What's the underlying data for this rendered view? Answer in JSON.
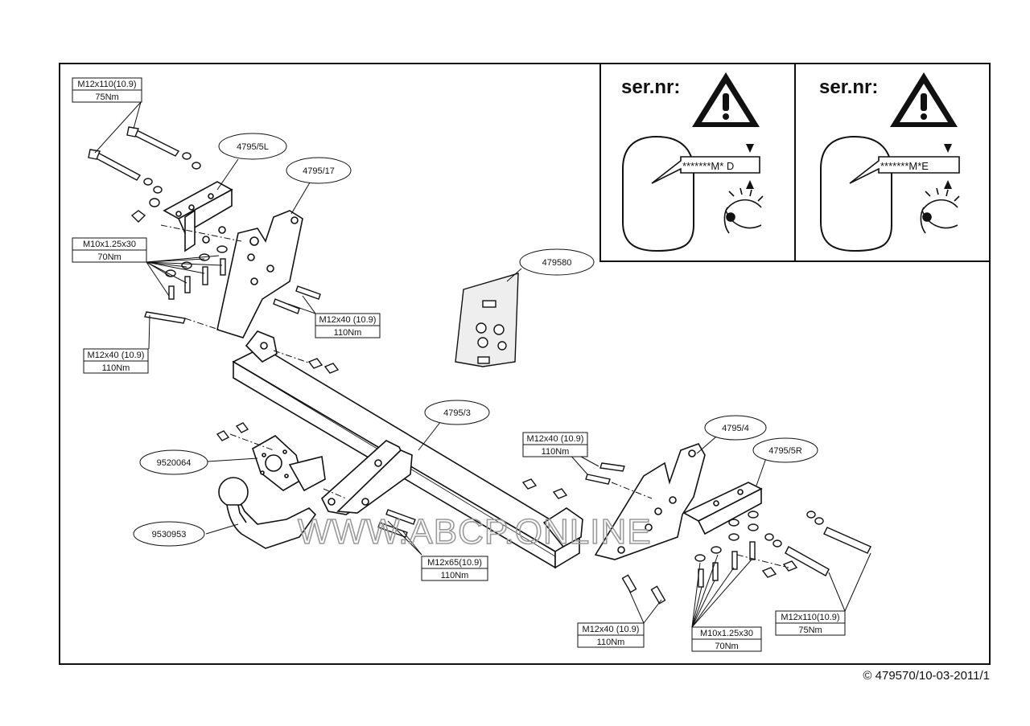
{
  "parts": {
    "bracket_left": "4795/5L",
    "side_plate_left": "4795/17",
    "crossbar": "4795/3",
    "side_plate_right": "4795/4",
    "bracket_right": "4795/5R",
    "socket_plate": "9520064",
    "tow_ball": "9530953",
    "bolt_kit": "479580"
  },
  "bolts": {
    "top_left_m12x110": {
      "size": "M12x110(10.9)",
      "torque": "75Nm"
    },
    "left_m10": {
      "size": "M10x1.25x30",
      "torque": "70Nm"
    },
    "left_m12x40_a": {
      "size": "M12x40 (10.9)",
      "torque": "110Nm"
    },
    "left_m12x40_b": {
      "size": "M12x40 (10.9)",
      "torque": "110Nm"
    },
    "center_m12x65": {
      "size": "M12x65(10.9)",
      "torque": "110Nm"
    },
    "right_m12x40_top": {
      "size": "M12x40 (10.9)",
      "torque": "110Nm"
    },
    "right_m12x40_bottom": {
      "size": "M12x40 (10.9)",
      "torque": "110Nm"
    },
    "right_m10": {
      "size": "M10x1.25x30",
      "torque": "70Nm"
    },
    "right_m12x110": {
      "size": "M12x110(10.9)",
      "torque": "75Nm"
    }
  },
  "serial_panels": [
    {
      "heading": "ser.nr:",
      "code": "*******M* D"
    },
    {
      "heading": "ser.nr:",
      "code": "*******M*E"
    }
  ],
  "watermark": "WWW.ABCP.ONLINE",
  "footer": "© 479570/10-03-2011/1"
}
